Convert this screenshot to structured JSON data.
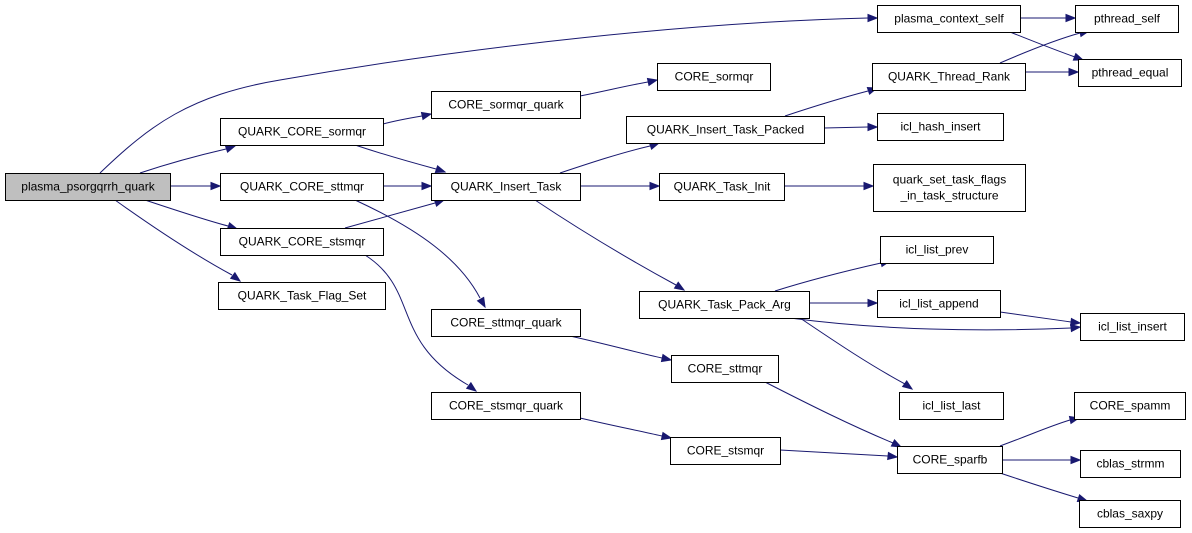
{
  "graph": {
    "edge_color": "#191970",
    "root_fill": "#bfbfbf",
    "nodes": [
      {
        "id": "root",
        "lines": [
          "plasma_psorgqrrh_quark"
        ]
      },
      {
        "id": "plasma_context_self",
        "lines": [
          "plasma_context_self"
        ]
      },
      {
        "id": "pthread_self",
        "lines": [
          "pthread_self"
        ]
      },
      {
        "id": "pthread_equal",
        "lines": [
          "pthread_equal"
        ]
      },
      {
        "id": "QUARK_CORE_sormqr",
        "lines": [
          "QUARK_CORE_sormqr"
        ]
      },
      {
        "id": "QUARK_CORE_sttmqr",
        "lines": [
          "QUARK_CORE_sttmqr"
        ]
      },
      {
        "id": "QUARK_CORE_stsmqr",
        "lines": [
          "QUARK_CORE_stsmqr"
        ]
      },
      {
        "id": "QUARK_Task_Flag_Set",
        "lines": [
          "QUARK_Task_Flag_Set"
        ]
      },
      {
        "id": "CORE_sormqr_quark",
        "lines": [
          "CORE_sormqr_quark"
        ]
      },
      {
        "id": "CORE_sormqr",
        "lines": [
          "CORE_sormqr"
        ]
      },
      {
        "id": "QUARK_Insert_Task",
        "lines": [
          "QUARK_Insert_Task"
        ]
      },
      {
        "id": "QUARK_Thread_Rank",
        "lines": [
          "QUARK_Thread_Rank"
        ]
      },
      {
        "id": "QUARK_Insert_Task_Packed",
        "lines": [
          "QUARK_Insert_Task_Packed"
        ]
      },
      {
        "id": "icl_hash_insert",
        "lines": [
          "icl_hash_insert"
        ]
      },
      {
        "id": "QUARK_Task_Init",
        "lines": [
          "QUARK_Task_Init"
        ]
      },
      {
        "id": "quark_set_task_flags",
        "lines": [
          "quark_set_task_flags",
          "_in_task_structure"
        ]
      },
      {
        "id": "icl_list_prev",
        "lines": [
          "icl_list_prev"
        ]
      },
      {
        "id": "QUARK_Task_Pack_Arg",
        "lines": [
          "QUARK_Task_Pack_Arg"
        ]
      },
      {
        "id": "icl_list_append",
        "lines": [
          "icl_list_append"
        ]
      },
      {
        "id": "icl_list_insert",
        "lines": [
          "icl_list_insert"
        ]
      },
      {
        "id": "CORE_sttmqr_quark",
        "lines": [
          "CORE_sttmqr_quark"
        ]
      },
      {
        "id": "CORE_sttmqr",
        "lines": [
          "CORE_sttmqr"
        ]
      },
      {
        "id": "icl_list_last",
        "lines": [
          "icl_list_last"
        ]
      },
      {
        "id": "CORE_stsmqr_quark",
        "lines": [
          "CORE_stsmqr_quark"
        ]
      },
      {
        "id": "CORE_stsmqr",
        "lines": [
          "CORE_stsmqr"
        ]
      },
      {
        "id": "CORE_sparfb",
        "lines": [
          "CORE_sparfb"
        ]
      },
      {
        "id": "CORE_spamm",
        "lines": [
          "CORE_spamm"
        ]
      },
      {
        "id": "cblas_strmm",
        "lines": [
          "cblas_strmm"
        ]
      },
      {
        "id": "cblas_saxpy",
        "lines": [
          "cblas_saxpy"
        ]
      }
    ],
    "edges": [
      {
        "from": "root",
        "to": "plasma_context_self"
      },
      {
        "from": "root",
        "to": "QUARK_CORE_sormqr"
      },
      {
        "from": "root",
        "to": "QUARK_CORE_sttmqr"
      },
      {
        "from": "root",
        "to": "QUARK_CORE_stsmqr"
      },
      {
        "from": "root",
        "to": "QUARK_Task_Flag_Set"
      },
      {
        "from": "plasma_context_self",
        "to": "pthread_self"
      },
      {
        "from": "plasma_context_self",
        "to": "pthread_equal"
      },
      {
        "from": "QUARK_CORE_sormqr",
        "to": "CORE_sormqr_quark"
      },
      {
        "from": "QUARK_CORE_sormqr",
        "to": "QUARK_Insert_Task"
      },
      {
        "from": "CORE_sormqr_quark",
        "to": "CORE_sormqr"
      },
      {
        "from": "QUARK_CORE_sttmqr",
        "to": "QUARK_Insert_Task"
      },
      {
        "from": "QUARK_CORE_sttmqr",
        "to": "CORE_sttmqr_quark"
      },
      {
        "from": "QUARK_CORE_stsmqr",
        "to": "QUARK_Insert_Task"
      },
      {
        "from": "QUARK_CORE_stsmqr",
        "to": "CORE_stsmqr_quark"
      },
      {
        "from": "QUARK_Insert_Task",
        "to": "QUARK_Insert_Task_Packed"
      },
      {
        "from": "QUARK_Insert_Task",
        "to": "QUARK_Task_Init"
      },
      {
        "from": "QUARK_Insert_Task",
        "to": "QUARK_Task_Pack_Arg"
      },
      {
        "from": "QUARK_Insert_Task_Packed",
        "to": "QUARK_Thread_Rank"
      },
      {
        "from": "QUARK_Insert_Task_Packed",
        "to": "icl_hash_insert"
      },
      {
        "from": "QUARK_Thread_Rank",
        "to": "pthread_self"
      },
      {
        "from": "QUARK_Thread_Rank",
        "to": "pthread_equal"
      },
      {
        "from": "QUARK_Task_Init",
        "to": "quark_set_task_flags"
      },
      {
        "from": "QUARK_Task_Pack_Arg",
        "to": "icl_list_prev"
      },
      {
        "from": "QUARK_Task_Pack_Arg",
        "to": "icl_list_append"
      },
      {
        "from": "QUARK_Task_Pack_Arg",
        "to": "icl_list_insert"
      },
      {
        "from": "QUARK_Task_Pack_Arg",
        "to": "icl_list_last"
      },
      {
        "from": "icl_list_append",
        "to": "icl_list_insert"
      },
      {
        "from": "CORE_sttmqr_quark",
        "to": "CORE_sttmqr"
      },
      {
        "from": "CORE_sttmqr",
        "to": "CORE_sparfb"
      },
      {
        "from": "CORE_stsmqr_quark",
        "to": "CORE_stsmqr"
      },
      {
        "from": "CORE_stsmqr",
        "to": "CORE_sparfb"
      },
      {
        "from": "CORE_sparfb",
        "to": "CORE_spamm"
      },
      {
        "from": "CORE_sparfb",
        "to": "cblas_strmm"
      },
      {
        "from": "CORE_sparfb",
        "to": "cblas_saxpy"
      }
    ]
  }
}
